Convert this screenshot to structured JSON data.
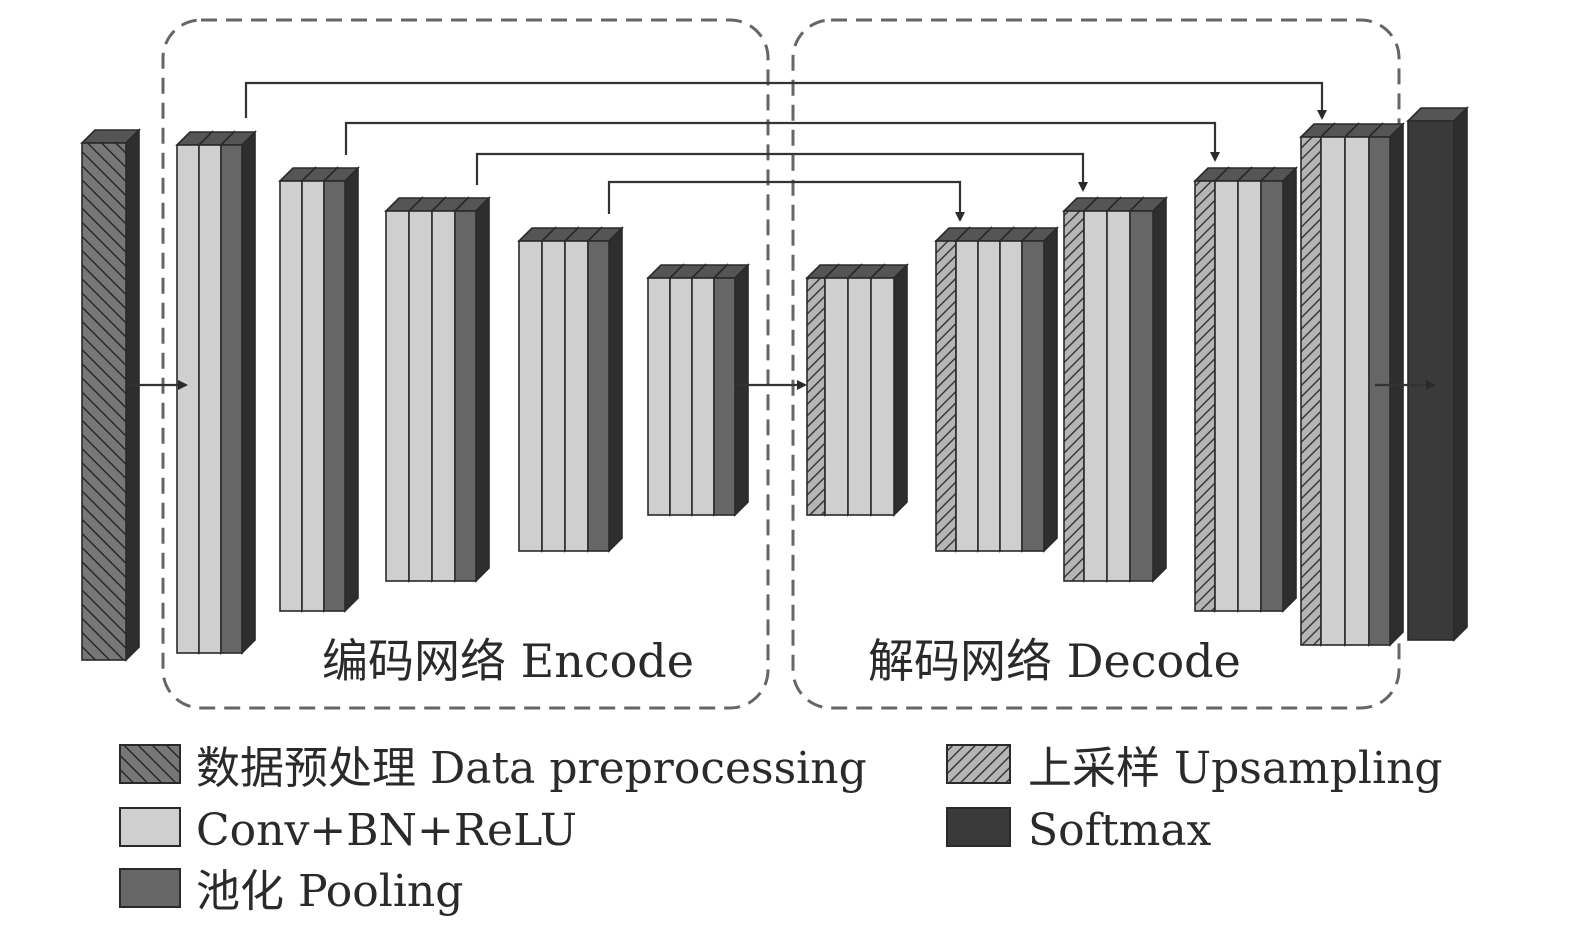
{
  "groups": {
    "encode": {
      "label": "编码网络 Encode"
    },
    "decode": {
      "label": "解码网络 Decode"
    }
  },
  "legend": {
    "items": [
      {
        "key": "data_preprocessing",
        "label": "数据预处理 Data preprocessing",
        "pattern": "hatch-right",
        "color": "#5d5d5d"
      },
      {
        "key": "conv_bn_relu",
        "label": "Conv+BN+ReLU",
        "pattern": "solid",
        "color": "#cfcfcf"
      },
      {
        "key": "pooling",
        "label": "池化 Pooling",
        "pattern": "solid",
        "color": "#666666"
      },
      {
        "key": "upsampling",
        "label": "上采样 Upsampling",
        "pattern": "hatch-left",
        "color": "#9a9a9a"
      },
      {
        "key": "softmax",
        "label": "Softmax",
        "pattern": "solid",
        "color": "#3a3a3a"
      }
    ]
  },
  "colors": {
    "conv": "#cfcfcf",
    "pool": "#666666",
    "softmax": "#3a3a3a",
    "upsample": "#9a9a9a",
    "preproc": "#5d5d5d",
    "top_face": "#555555",
    "side_face": "#2e2e2e",
    "outline": "#2a2a2a",
    "dashed_frame": "#666666"
  }
}
